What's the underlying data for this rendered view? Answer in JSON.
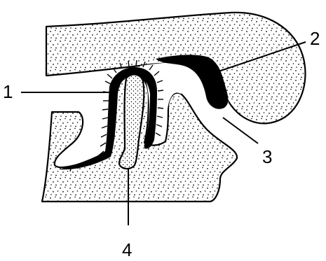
{
  "figure": {
    "colors": {
      "ink": "#000000",
      "paper": "#ffffff"
    },
    "callouts": [
      {
        "id": "1",
        "label": "1"
      },
      {
        "id": "2",
        "label": "2"
      },
      {
        "id": "3",
        "label": "3"
      },
      {
        "id": "4",
        "label": "4"
      }
    ]
  }
}
